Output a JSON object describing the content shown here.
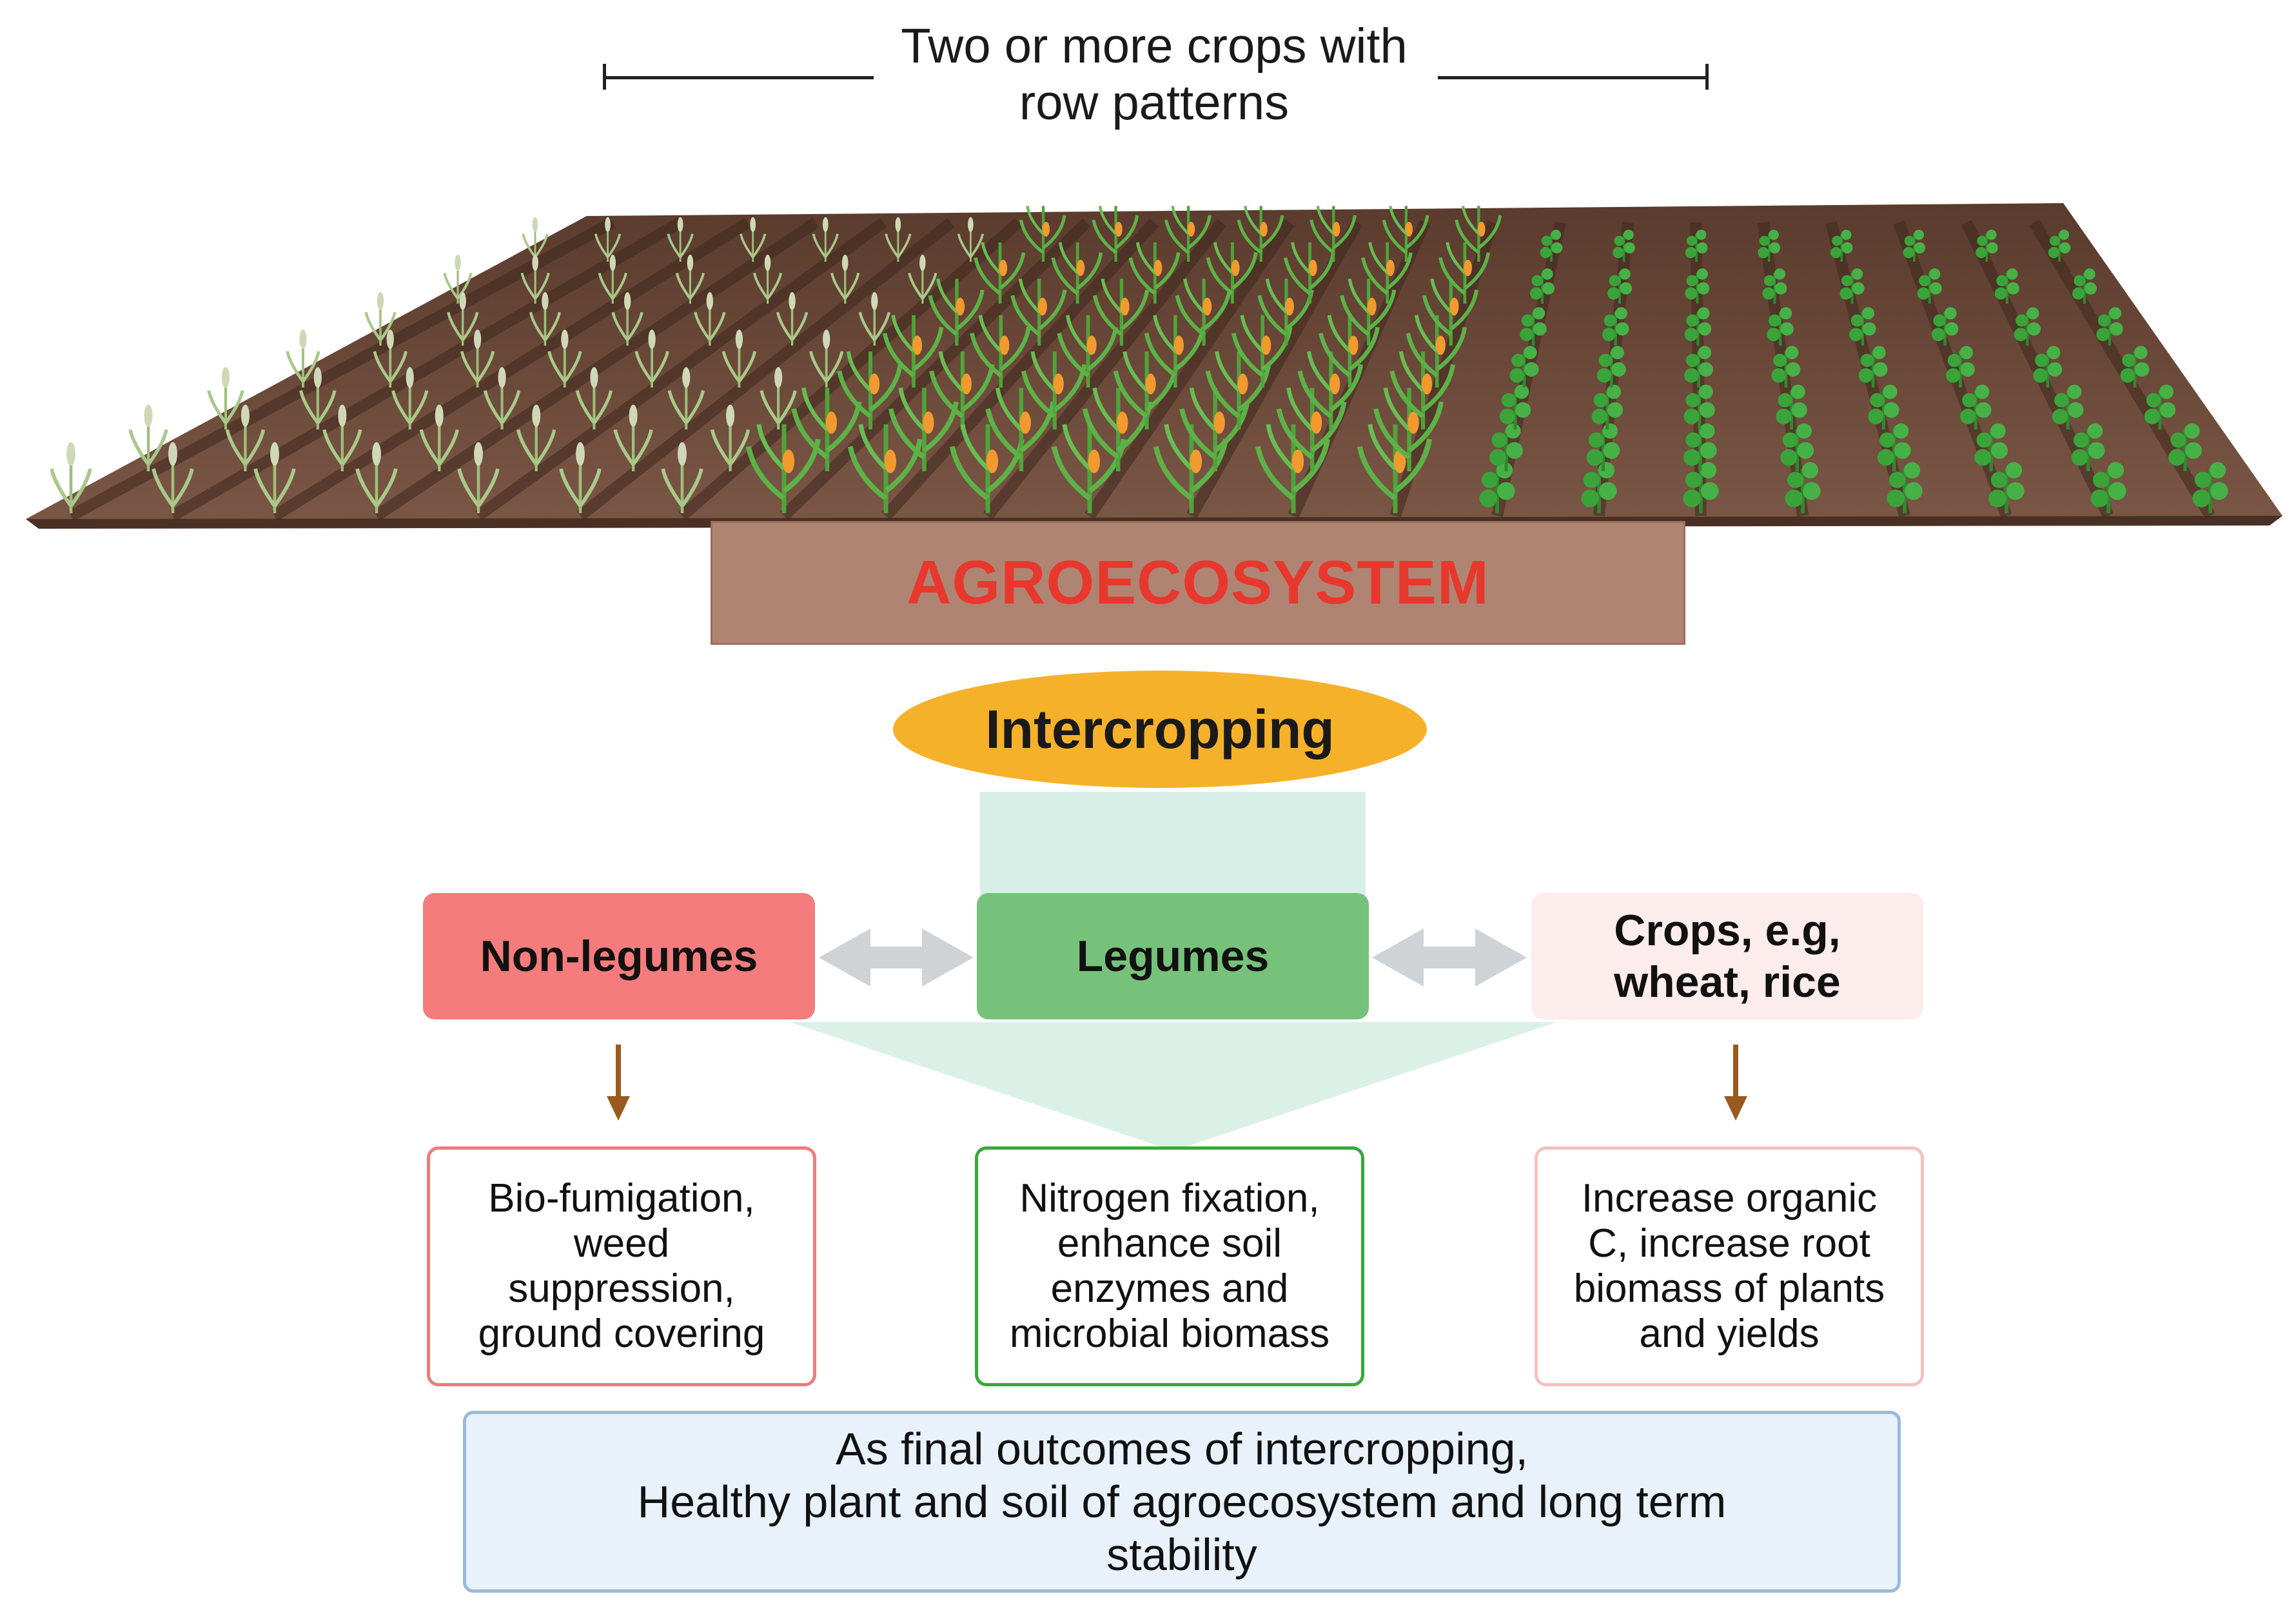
{
  "header": {
    "line1": "Two or more crops with",
    "line2": "row patterns"
  },
  "banner": {
    "label": "AGROECOSYSTEM"
  },
  "ellipse": {
    "label": "Intercropping"
  },
  "categories": [
    {
      "label": "Non-legumes"
    },
    {
      "label": "Legumes"
    },
    {
      "label": "Crops, e.g,",
      "label2": "wheat, rice"
    }
  ],
  "effects": [
    {
      "lines": [
        "Bio-fumigation,",
        "weed",
        "suppression,",
        "ground covering"
      ]
    },
    {
      "lines": [
        "Nitrogen fixation,",
        "enhance soil",
        "enzymes and",
        "microbial biomass"
      ]
    },
    {
      "lines": [
        "Increase organic",
        "C, increase root",
        "biomass of plants",
        "and yields"
      ]
    }
  ],
  "outcome": {
    "line1": "As final outcomes of intercropping,",
    "line2": "Healthy plant and soil of agroecosystem and long term",
    "line3": "stability"
  },
  "colors": {
    "banner_fill": "#b08472",
    "banner_text": "#e8382e",
    "ellipse_fill": "#f6b12a",
    "non_legumes_fill": "#f47c7c",
    "legumes_fill": "#77c27a",
    "crops_fill": "#fdecec",
    "outcome_fill": "#e9f1fb",
    "outcome_border": "#9cb9dc",
    "soil": "#6b4a3a",
    "crop_green": "#5cb247",
    "arrow_brown": "#9a5a1e"
  }
}
